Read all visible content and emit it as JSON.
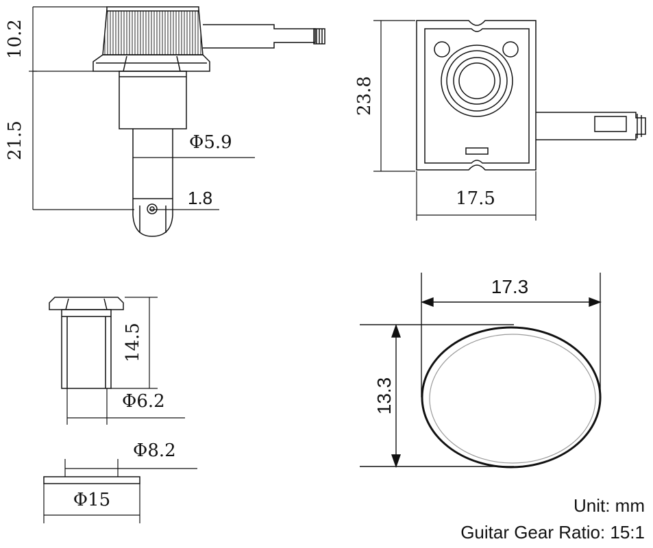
{
  "dimensions": {
    "head_height": "10.2",
    "post_length": "21.5",
    "post_diameter": "Φ5.9",
    "hole": "1.8",
    "plate_height": "23.8",
    "plate_width": "17.5",
    "bushing_height": "14.5",
    "bushing_diameter": "Φ6.2",
    "washer_inner": "Φ8.2",
    "washer_outer": "Φ15",
    "button_width": "17.3",
    "button_height": "13.3"
  },
  "notes": {
    "unit": "Unit: mm",
    "ratio": "Guitar Gear Ratio: 15:1"
  }
}
